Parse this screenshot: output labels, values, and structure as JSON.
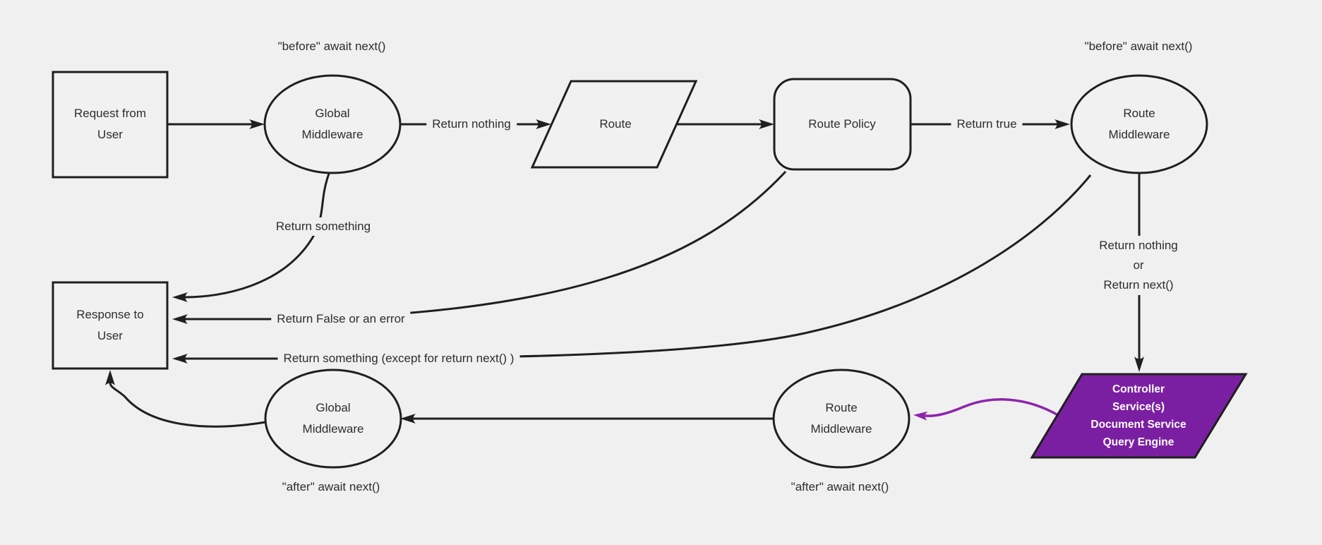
{
  "colors": {
    "background": "#f0f0f0",
    "stroke": "#1f1f1f",
    "text": "#2d2d2d",
    "node_fill": "#f1f1f1",
    "controller_fill": "#7b1fa2",
    "controller_text": "#ffffff",
    "purple_arrow": "#8e24aa"
  },
  "nodes": {
    "request": {
      "lines": [
        "Request from",
        "User"
      ]
    },
    "global_middleware_top": {
      "lines": [
        "Global",
        "Middleware"
      ]
    },
    "route": {
      "lines": [
        "Route"
      ]
    },
    "route_policy": {
      "lines": [
        "Route Policy"
      ]
    },
    "route_middleware_top": {
      "lines": [
        "Route",
        "Middleware"
      ]
    },
    "response": {
      "lines": [
        "Response to",
        "User"
      ]
    },
    "global_middleware_bottom": {
      "lines": [
        "Global",
        "Middleware"
      ]
    },
    "route_middleware_bottom": {
      "lines": [
        "Route",
        "Middleware"
      ]
    },
    "controller": {
      "lines": [
        "Controller",
        "Service(s)",
        "Document Service",
        "Query Engine"
      ]
    }
  },
  "edge_labels": {
    "return_nothing": "Return nothing",
    "return_true": "Return true",
    "return_something": "Return something",
    "return_false": "Return False or an error",
    "return_except": "Return something (except for return next() )",
    "return_nothing_next": {
      "lines": [
        "Return nothing",
        "or",
        "Return next()"
      ]
    }
  },
  "annotations": {
    "before_global": "\"before\" await next()",
    "before_route": "\"before\" await next()",
    "after_global": "\"after\" await next()",
    "after_route": "\"after\" await next()"
  }
}
